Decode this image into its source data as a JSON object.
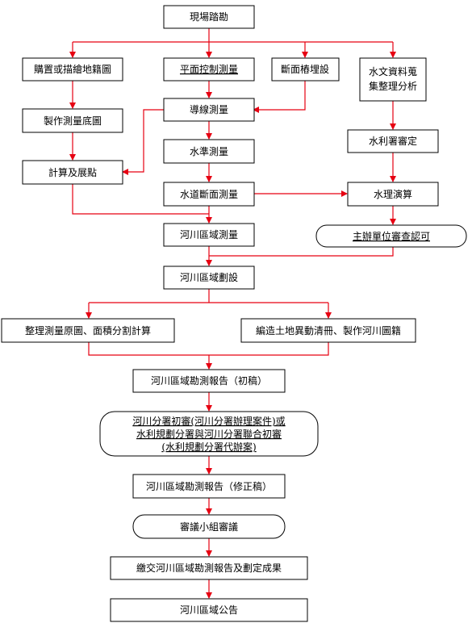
{
  "diagram": {
    "arrow_color": "#e60012",
    "nodes": {
      "site_survey": "現場踏勘",
      "buy_cadastral": "購置或描繪地籍圖",
      "plane_control": "平面控制測量",
      "section_pile": "斷面樁埋設",
      "hydro_line1": "水文資料蒐",
      "hydro_line2": "集整理分析",
      "make_base_map": "製作測量底圖",
      "traverse": "導線測量",
      "leveling": "水準測量",
      "wra_review": "水利署審定",
      "compute_plot": "計算及展點",
      "channel_section": "水道斷面測量",
      "hydraulic_calc": "水理演算",
      "river_area_survey": "河川區域測量",
      "authority_review": "主辦單位審查認可",
      "river_area_delineation": "河川區域劃設",
      "organize_maps": "整理測量原圖、面積分割計算",
      "compile_list": "編造土地異動清冊、製作河川圖籍",
      "report_draft": "河川區域勘測報告（初稿）",
      "review1_line1": "河川分署初審(河川分署辦理案件)或",
      "review1_line2": "水利規劃分署與河川分署聯合初審",
      "review1_line3": "(水利規劃分署代辦案)",
      "report_revised": "河川區域勘測報告（修正稿）",
      "panel_review": "審議小組審議",
      "submit_results": "繳交河川區域勘測報告及劃定成果",
      "announcement": "河川區域公告"
    }
  }
}
